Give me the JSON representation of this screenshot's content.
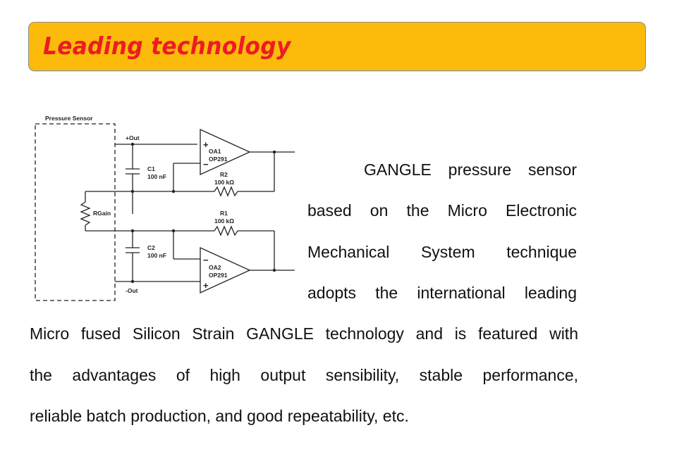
{
  "banner": {
    "title": "Leading technology",
    "background_color": "#fcbb0a",
    "title_color": "#ec1c24"
  },
  "circuit": {
    "sensor_label": "Pressure Sensor",
    "plus_out": "+Out",
    "minus_out": "-Out",
    "rgain": "RGain",
    "c1_name": "C1",
    "c1_value": "100 nF",
    "c2_name": "C2",
    "c2_value": "100 nF",
    "oa1_name": "OA1",
    "oa1_part": "OP291",
    "oa2_name": "OA2",
    "oa2_part": "OP291",
    "r2_name": "R2",
    "r2_value": "100 kΩ",
    "r1_name": "R1",
    "r1_value": "100 kΩ",
    "plus_sign": "+",
    "minus_sign": "−"
  },
  "body_lines": [
    "GANGLE pressure sensor",
    "based on the Micro Electronic",
    "Mechanical System technique",
    "adopts the international leading",
    "Micro fused Silicon Strain GANGLE technology and is featured with",
    "the advantages of high output sensibility, stable performance,",
    "reliable batch production, and good repeatability, etc."
  ]
}
